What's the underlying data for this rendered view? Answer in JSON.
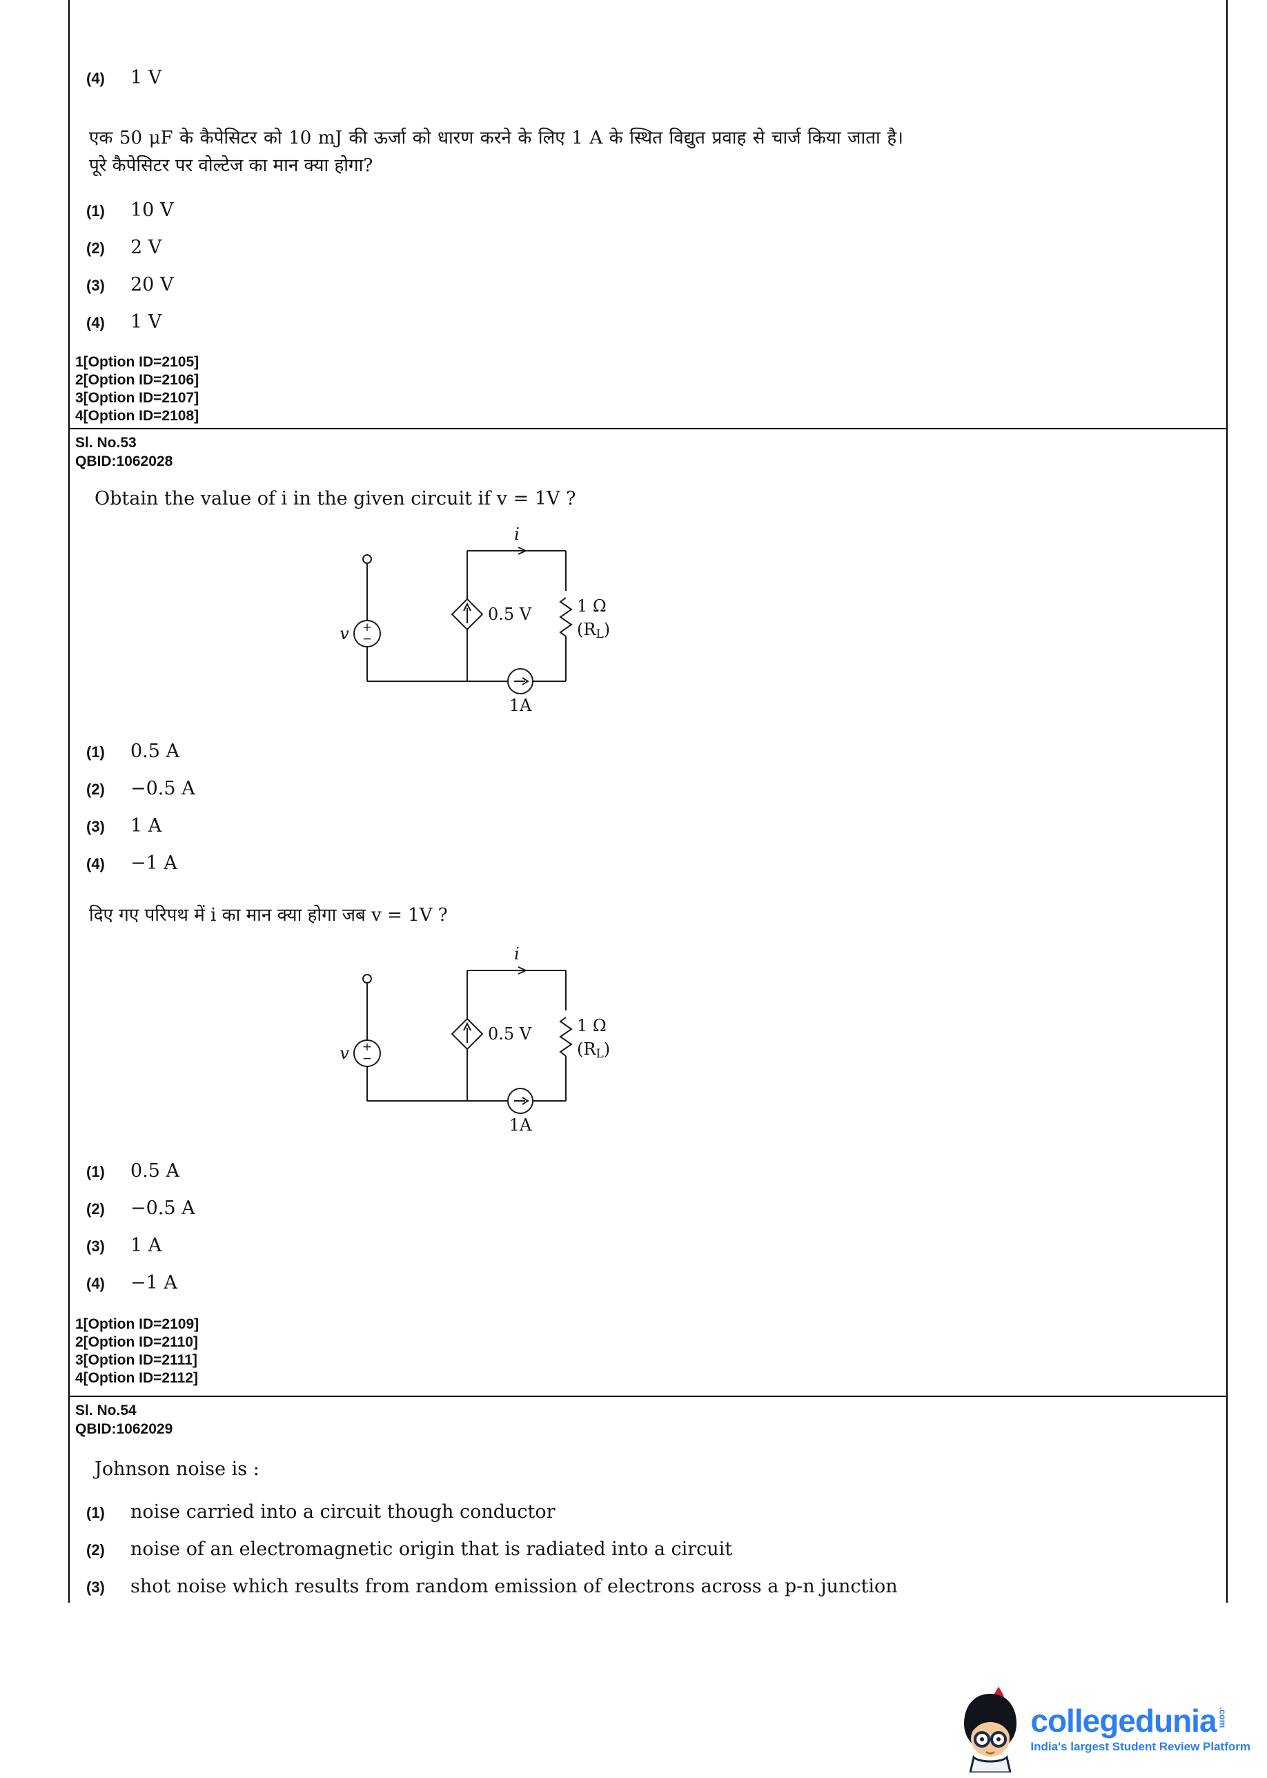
{
  "prev": {
    "tail_option": {
      "label": "(4)",
      "value": "1 V"
    },
    "question_hi": "एक 50 μF के कैपेसिटर को 10 mJ की ऊर्जा को धारण करने के लिए 1 A के स्थित विद्युत प्रवाह से चार्ज किया जाता है। पूरे कैपेसिटर पर वोल्टेज का मान क्या होगा?",
    "options": [
      {
        "label": "(1)",
        "value": "10 V"
      },
      {
        "label": "(2)",
        "value": "2 V"
      },
      {
        "label": "(3)",
        "value": "20 V"
      },
      {
        "label": "(4)",
        "value": "1 V"
      }
    ],
    "option_ids": [
      "1[Option ID=2105]",
      "2[Option ID=2106]",
      "3[Option ID=2107]",
      "4[Option ID=2108]"
    ]
  },
  "q53": {
    "sl_no": "Sl. No.53",
    "qbid": "QBID:1062028",
    "question_en": "Obtain the value of i in the given circuit if v = 1V ?",
    "question_hi": "दिए गए परिपथ में i का मान क्या होगा जब v = 1V ?",
    "circuit": {
      "i_label": "i",
      "v_label": "v",
      "plus": "+",
      "minus": "−",
      "dep_label": "0.5 V",
      "res_value": "1 Ω",
      "res_open": "(R",
      "res_sub": "L",
      "res_close": ")",
      "cs_label": "1A"
    },
    "options_en": [
      {
        "label": "(1)",
        "value": "0.5 A"
      },
      {
        "label": "(2)",
        "value": "−0.5 A"
      },
      {
        "label": "(3)",
        "value": "1 A"
      },
      {
        "label": "(4)",
        "value": "−1 A"
      }
    ],
    "options_hi": [
      {
        "label": "(1)",
        "value": "0.5 A"
      },
      {
        "label": "(2)",
        "value": "−0.5 A"
      },
      {
        "label": "(3)",
        "value": "1 A"
      },
      {
        "label": "(4)",
        "value": "−1 A"
      }
    ],
    "option_ids": [
      "1[Option ID=2109]",
      "2[Option ID=2110]",
      "3[Option ID=2111]",
      "4[Option ID=2112]"
    ]
  },
  "q54": {
    "sl_no": "Sl. No.54",
    "qbid": "QBID:1062029",
    "question_en": "Johnson noise is :",
    "options": [
      {
        "label": "(1)",
        "value": "noise carried into a circuit though conductor"
      },
      {
        "label": "(2)",
        "value": "noise of an electromagnetic origin that is radiated into a circuit"
      },
      {
        "label": "(3)",
        "value": "shot noise which results from random emission of electrons across a p-n junction"
      }
    ]
  },
  "footer": {
    "brand": "collegedunia",
    "brand_suffix": ".com",
    "tagline": "India's largest Student Review Platform",
    "brand_color": "#2d7ff0"
  }
}
